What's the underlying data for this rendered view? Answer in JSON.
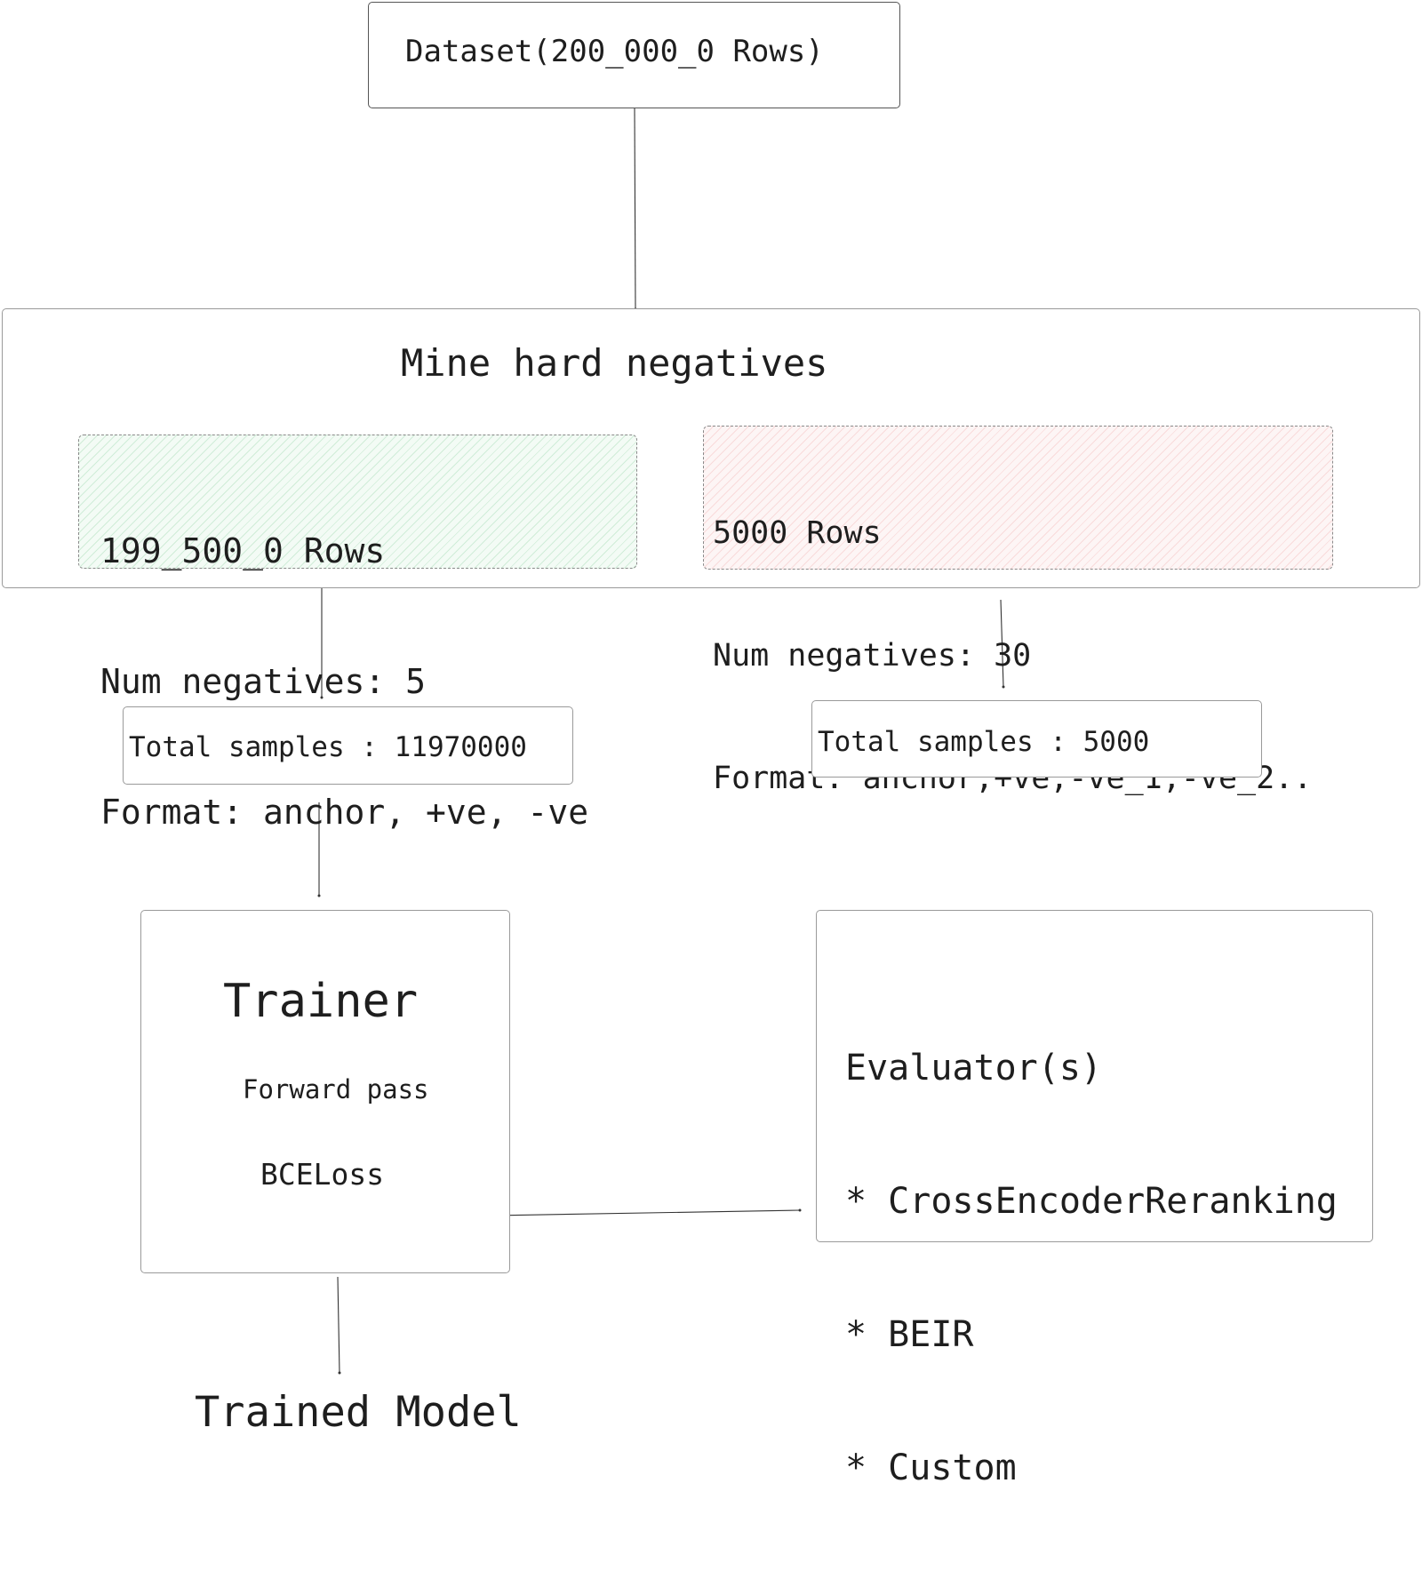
{
  "dataset": {
    "label": "Dataset(200_000_0 Rows)"
  },
  "mine": {
    "title": "Mine hard negatives",
    "train_split": {
      "rows": "199_500_0 Rows",
      "negatives": "Num negatives: 5",
      "format": "Format: anchor, +ve, -ve"
    },
    "eval_split": {
      "rows": "5000 Rows",
      "negatives": "Num negatives: 30",
      "format": "Format: anchor,+ve,-ve_1,-ve_2.."
    }
  },
  "train_samples": {
    "label": "Total samples : 11970000"
  },
  "eval_samples": {
    "label": "Total samples : 5000"
  },
  "trainer": {
    "title": "Trainer",
    "forward": "Forward pass",
    "loss": "BCELoss"
  },
  "evaluator": {
    "title": "Evaluator(s)",
    "items": [
      "* CrossEncoderReranking",
      "* BEIR",
      "* Custom"
    ]
  },
  "output": {
    "label": "Trained Model"
  },
  "colors": {
    "train_fill": "#f3fbf5",
    "eval_fill": "#fdf5f5",
    "stroke": "#1e1e1e"
  }
}
